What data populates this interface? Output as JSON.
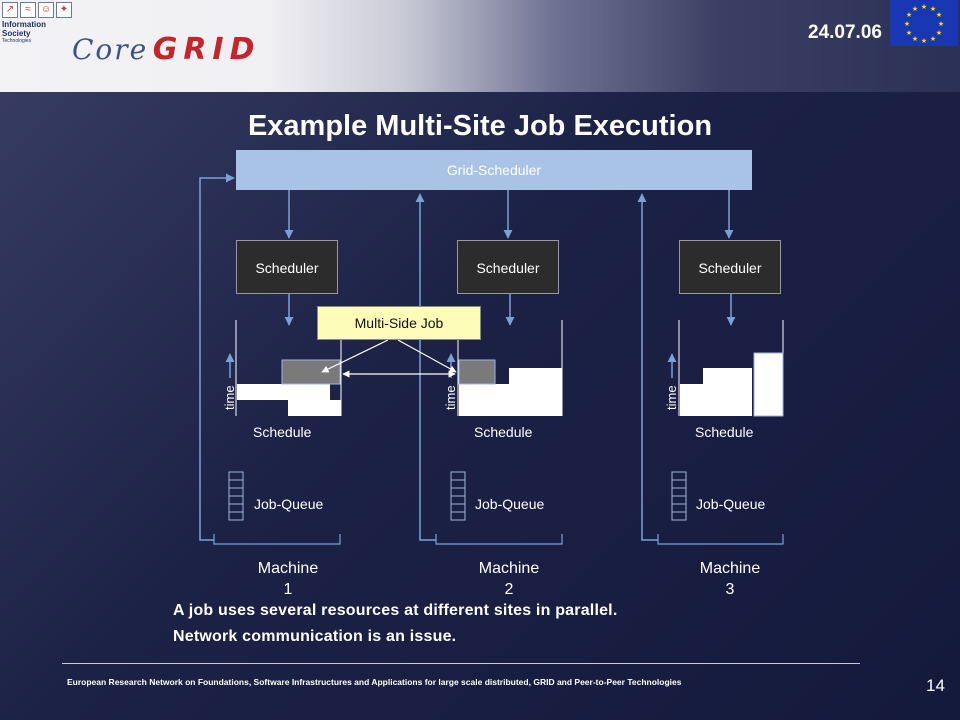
{
  "header": {
    "ist_logo_text": "Information Society",
    "ist_logo_subtext": "Technologies",
    "logo_core": "Core",
    "logo_grid": "GRID",
    "date": "24.07.06"
  },
  "title": "Example Multi-Site Job Execution",
  "diagram": {
    "grid_scheduler": "Grid-Scheduler",
    "multi_side_job": "Multi-Side Job",
    "machines": [
      {
        "scheduler": "Scheduler",
        "time": "time",
        "schedule": "Schedule",
        "queue": "Job-Queue",
        "name": "Machine",
        "number": "1"
      },
      {
        "scheduler": "Scheduler",
        "time": "time",
        "schedule": "Schedule",
        "queue": "Job-Queue",
        "name": "Machine",
        "number": "2"
      },
      {
        "scheduler": "Scheduler",
        "time": "time",
        "schedule": "Schedule",
        "queue": "Job-Queue",
        "name": "Machine",
        "number": "3"
      }
    ]
  },
  "caption": {
    "line1": "A job uses several resources at different sites in parallel.",
    "line2": "Network communication is an issue."
  },
  "footer": {
    "text": "European Research Network on Foundations, Software Infrastructures and Applications for large scale distributed, GRID and Peer-to-Peer Technologies",
    "page_number": "14"
  },
  "colors": {
    "grid_scheduler": "#a8c3e6",
    "scheduler": "#2c2c2c",
    "multi_side_job": "#fdfcb9",
    "arrows": "#7aa0d6",
    "eu_flag": "#1a37b3",
    "eu_stars": "#ffdd00"
  }
}
